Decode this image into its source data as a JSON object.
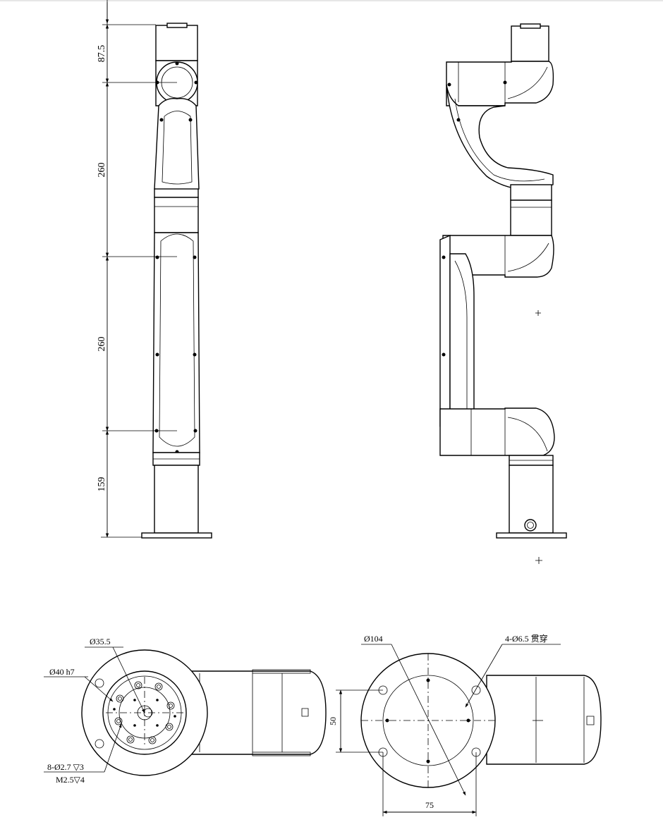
{
  "front_view": {
    "dim_top": "87.5",
    "dim_upper_arm": "260",
    "dim_forearm": "260",
    "dim_base": "159"
  },
  "flange_view": {
    "callout_diameter_inner": "Ø35.5",
    "callout_diameter_shaft": "Ø40 h7",
    "callout_holes_line1": "8-Ø2.7 ▽3",
    "callout_holes_line2": "M2.5▽4"
  },
  "base_view": {
    "callout_diameter_base": "Ø104",
    "callout_mount_holes": "4-Ø6.5 贯穿",
    "dim_height": "50",
    "dim_width": "75"
  }
}
